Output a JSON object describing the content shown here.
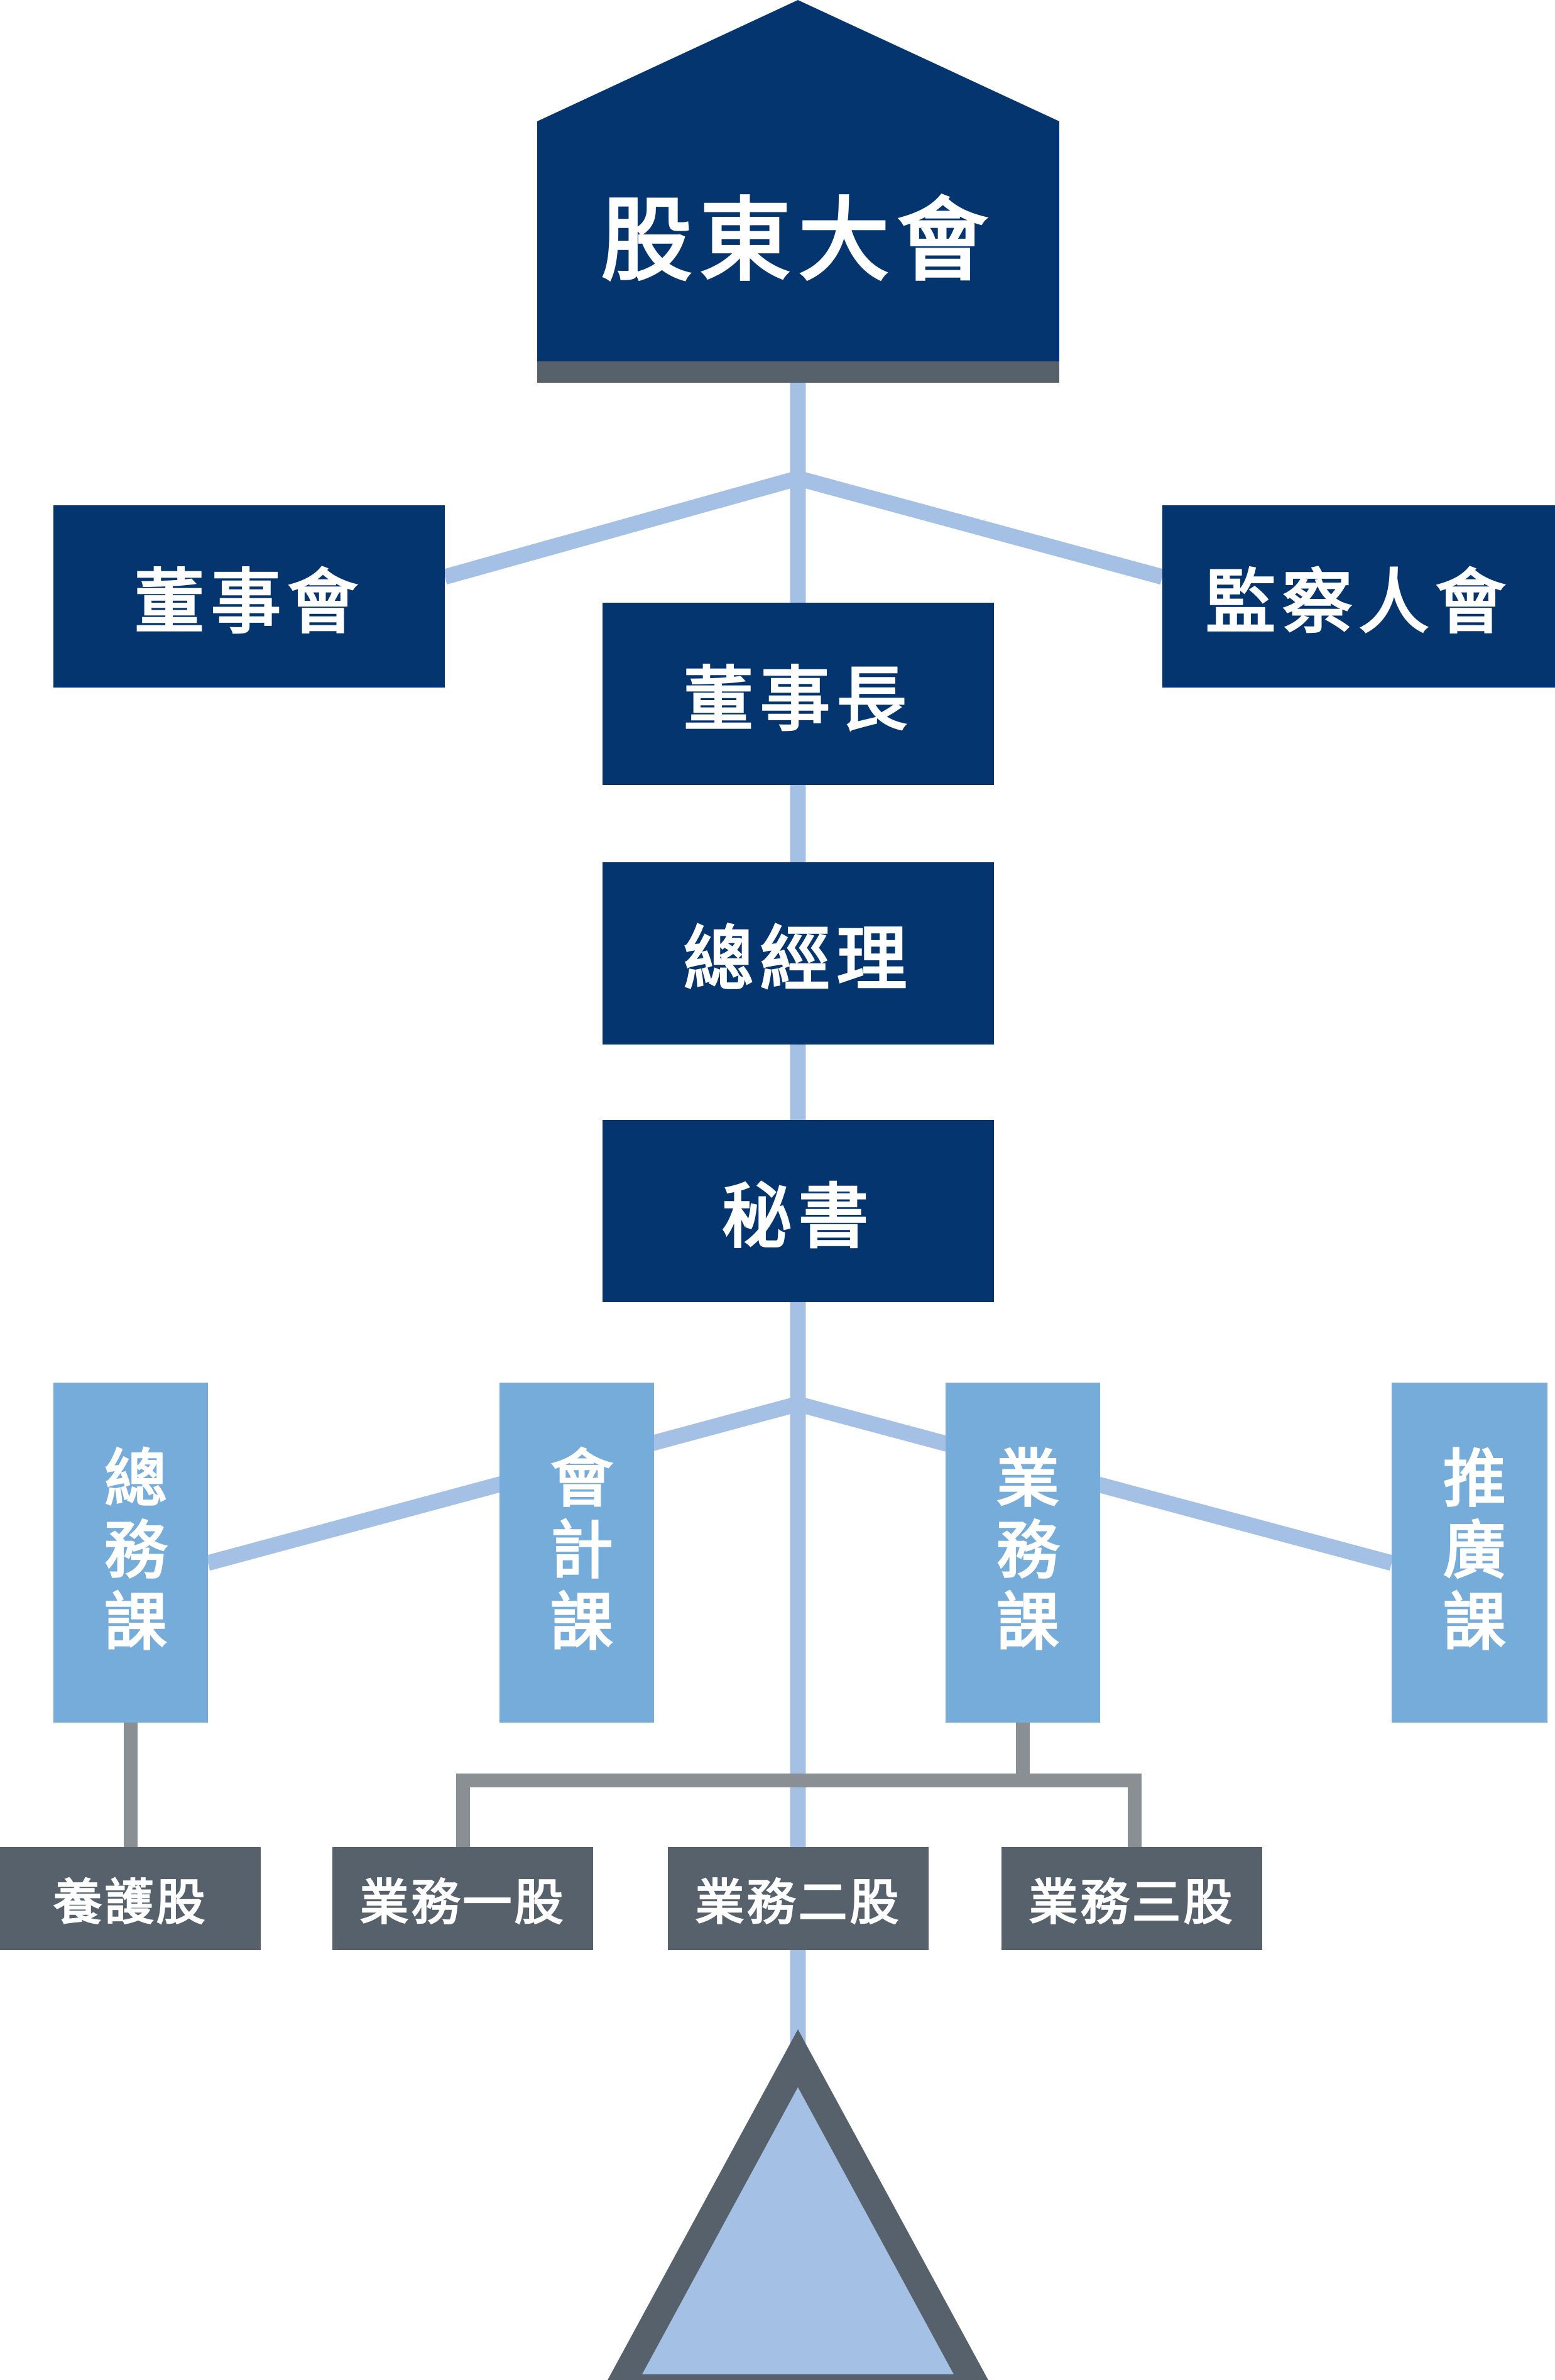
{
  "colors": {
    "navy": "#05356f",
    "dept_blue": "#76acd9",
    "line_blue": "#a4c0e4",
    "gray": "#56616b",
    "gray_line": "#8a8f93"
  },
  "top": {
    "label": "股東大會"
  },
  "board": {
    "label": "董事會"
  },
  "supervisors": {
    "label": "監察人會"
  },
  "chairman": {
    "label": "董事長"
  },
  "general_manager": {
    "label": "總經理"
  },
  "secretary": {
    "label": "秘書"
  },
  "departments": [
    {
      "label": "總務課"
    },
    {
      "label": "會計課"
    },
    {
      "label": "業務課"
    },
    {
      "label": "推廣課"
    }
  ],
  "units": [
    {
      "label": "養護股"
    },
    {
      "label": "業務一股"
    },
    {
      "label": "業務二股"
    },
    {
      "label": "業務三股"
    }
  ]
}
